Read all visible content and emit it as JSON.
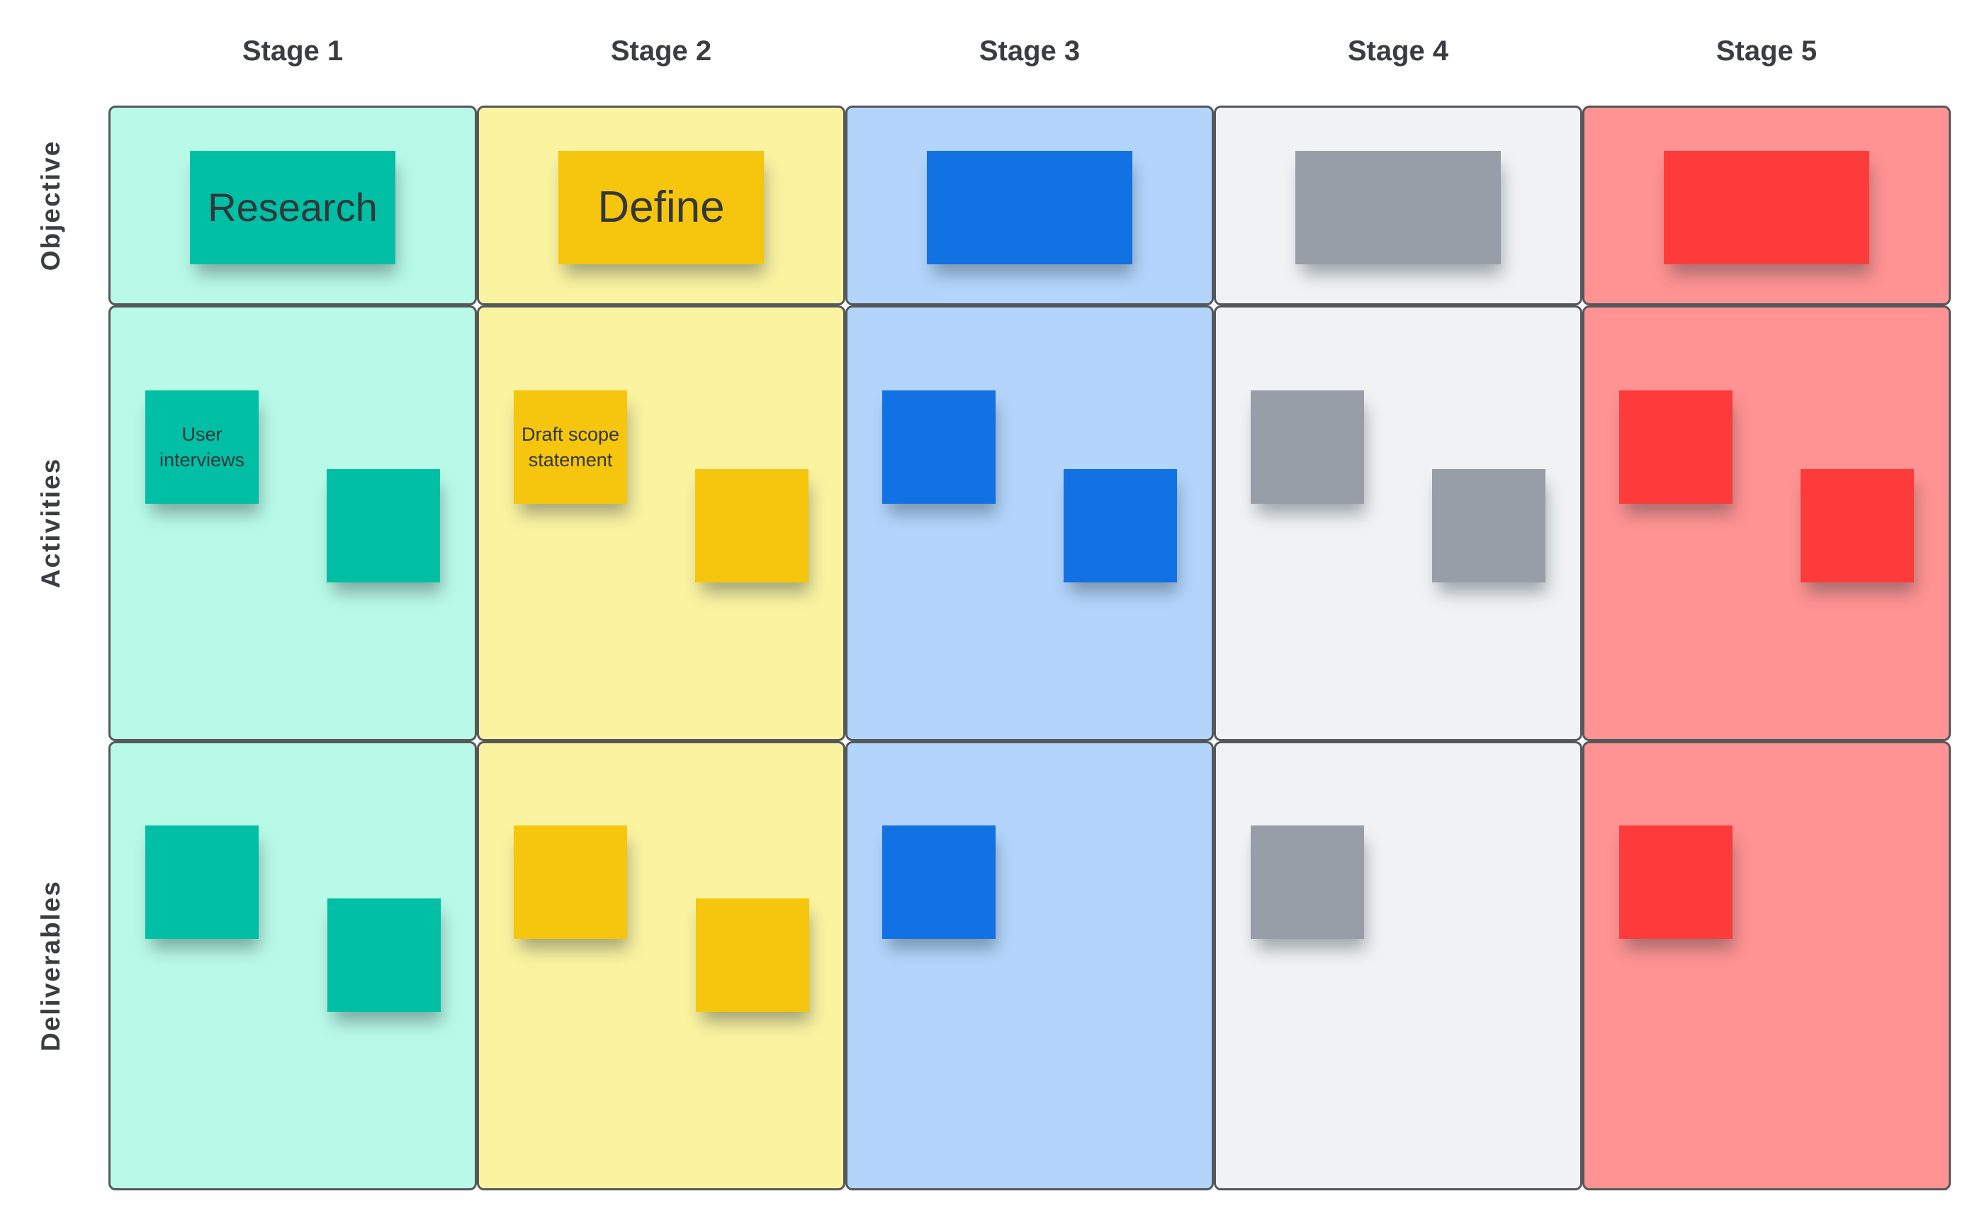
{
  "board": {
    "description": "Project stage planning matrix with sticky notes",
    "columns": [
      {
        "label": "Stage 1",
        "cell_bg": "#b8f9e7",
        "note_color": "#00bfa5"
      },
      {
        "label": "Stage 2",
        "cell_bg": "#faf3a0",
        "note_color": "#f5c60d"
      },
      {
        "label": "Stage 3",
        "cell_bg": "#b3d5fc",
        "note_color": "#1271e3"
      },
      {
        "label": "Stage 4",
        "cell_bg": "#f0f2f4",
        "note_color": "#979ea8"
      },
      {
        "label": "Stage 5",
        "cell_bg": "#ff9292",
        "note_color": "#fd3b3b"
      }
    ],
    "rows": [
      {
        "label": "Objective"
      },
      {
        "label": "Activities"
      },
      {
        "label": "Deliverables"
      }
    ],
    "theme": {
      "cell_border": "#55585a",
      "heading_text": "#3a3d41",
      "note_text": "#33373a",
      "page_bg": "#ffffff"
    },
    "notes": {
      "objective": [
        {
          "text": "Research"
        },
        {
          "text": "Define"
        },
        {
          "text": ""
        },
        {
          "text": ""
        },
        {
          "text": ""
        }
      ],
      "activities": [
        [
          {
            "text": "User interviews"
          },
          {
            "text": ""
          }
        ],
        [
          {
            "text": "Draft scope statement"
          },
          {
            "text": ""
          }
        ],
        [
          {
            "text": ""
          },
          {
            "text": ""
          }
        ],
        [
          {
            "text": ""
          },
          {
            "text": ""
          }
        ],
        [
          {
            "text": ""
          },
          {
            "text": ""
          }
        ]
      ],
      "deliverables": [
        [
          {
            "text": ""
          },
          {
            "text": ""
          }
        ],
        [
          {
            "text": ""
          },
          {
            "text": ""
          }
        ],
        [
          {
            "text": ""
          }
        ],
        [
          {
            "text": ""
          }
        ],
        [
          {
            "text": ""
          }
        ]
      ]
    }
  }
}
